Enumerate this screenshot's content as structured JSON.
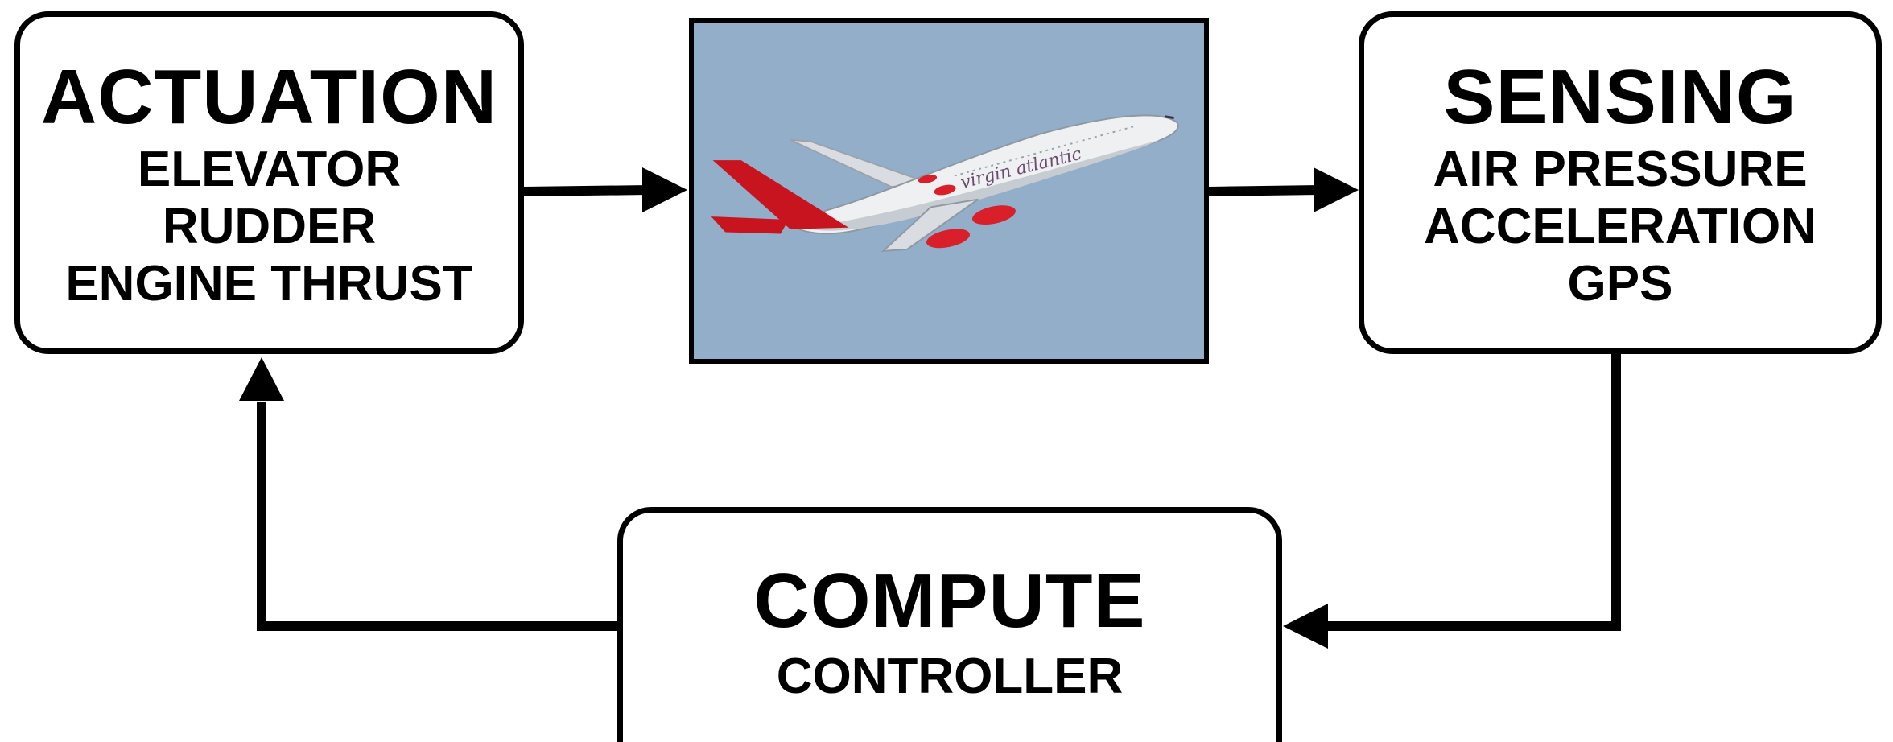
{
  "actuation": {
    "title": "ACTUATION",
    "items": [
      "ELEVATOR",
      "RUDDER",
      "ENGINE THRUST"
    ]
  },
  "sensing": {
    "title": "SENSING",
    "items": [
      "AIR PRESSURE",
      "ACCELERATION",
      "GPS"
    ]
  },
  "compute": {
    "title": "COMPUTE",
    "subtitle": "CONTROLLER"
  },
  "plant": {
    "image": "airplane-photo",
    "livery_text": "virgin atlantic",
    "colors": {
      "sky": "#93aec9",
      "fuselage": "#eef0f2",
      "tail": "#c8141e",
      "engine": "#d81f2a"
    }
  }
}
